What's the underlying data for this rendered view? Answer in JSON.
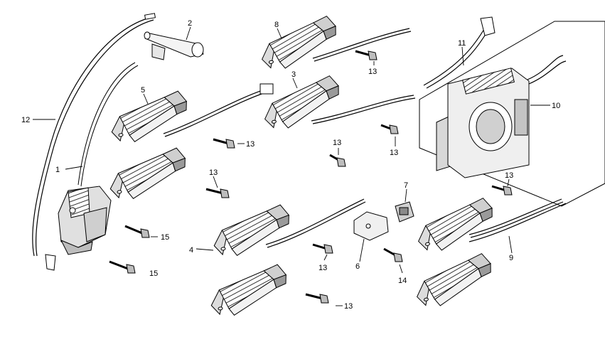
{
  "callouts": {
    "c1": "1",
    "c2": "2",
    "c3": "3",
    "c4": "4",
    "c5": "5",
    "c6": "6",
    "c7": "7",
    "c8": "8",
    "c9": "9",
    "c10": "10",
    "c11": "11",
    "c12": "12",
    "c13a": "13",
    "c13b": "13",
    "c13c": "13",
    "c13d": "13",
    "c13e": "13",
    "c13f": "13",
    "c13g": "13",
    "c14": "14",
    "c15a": "15",
    "c15b": "15"
  }
}
